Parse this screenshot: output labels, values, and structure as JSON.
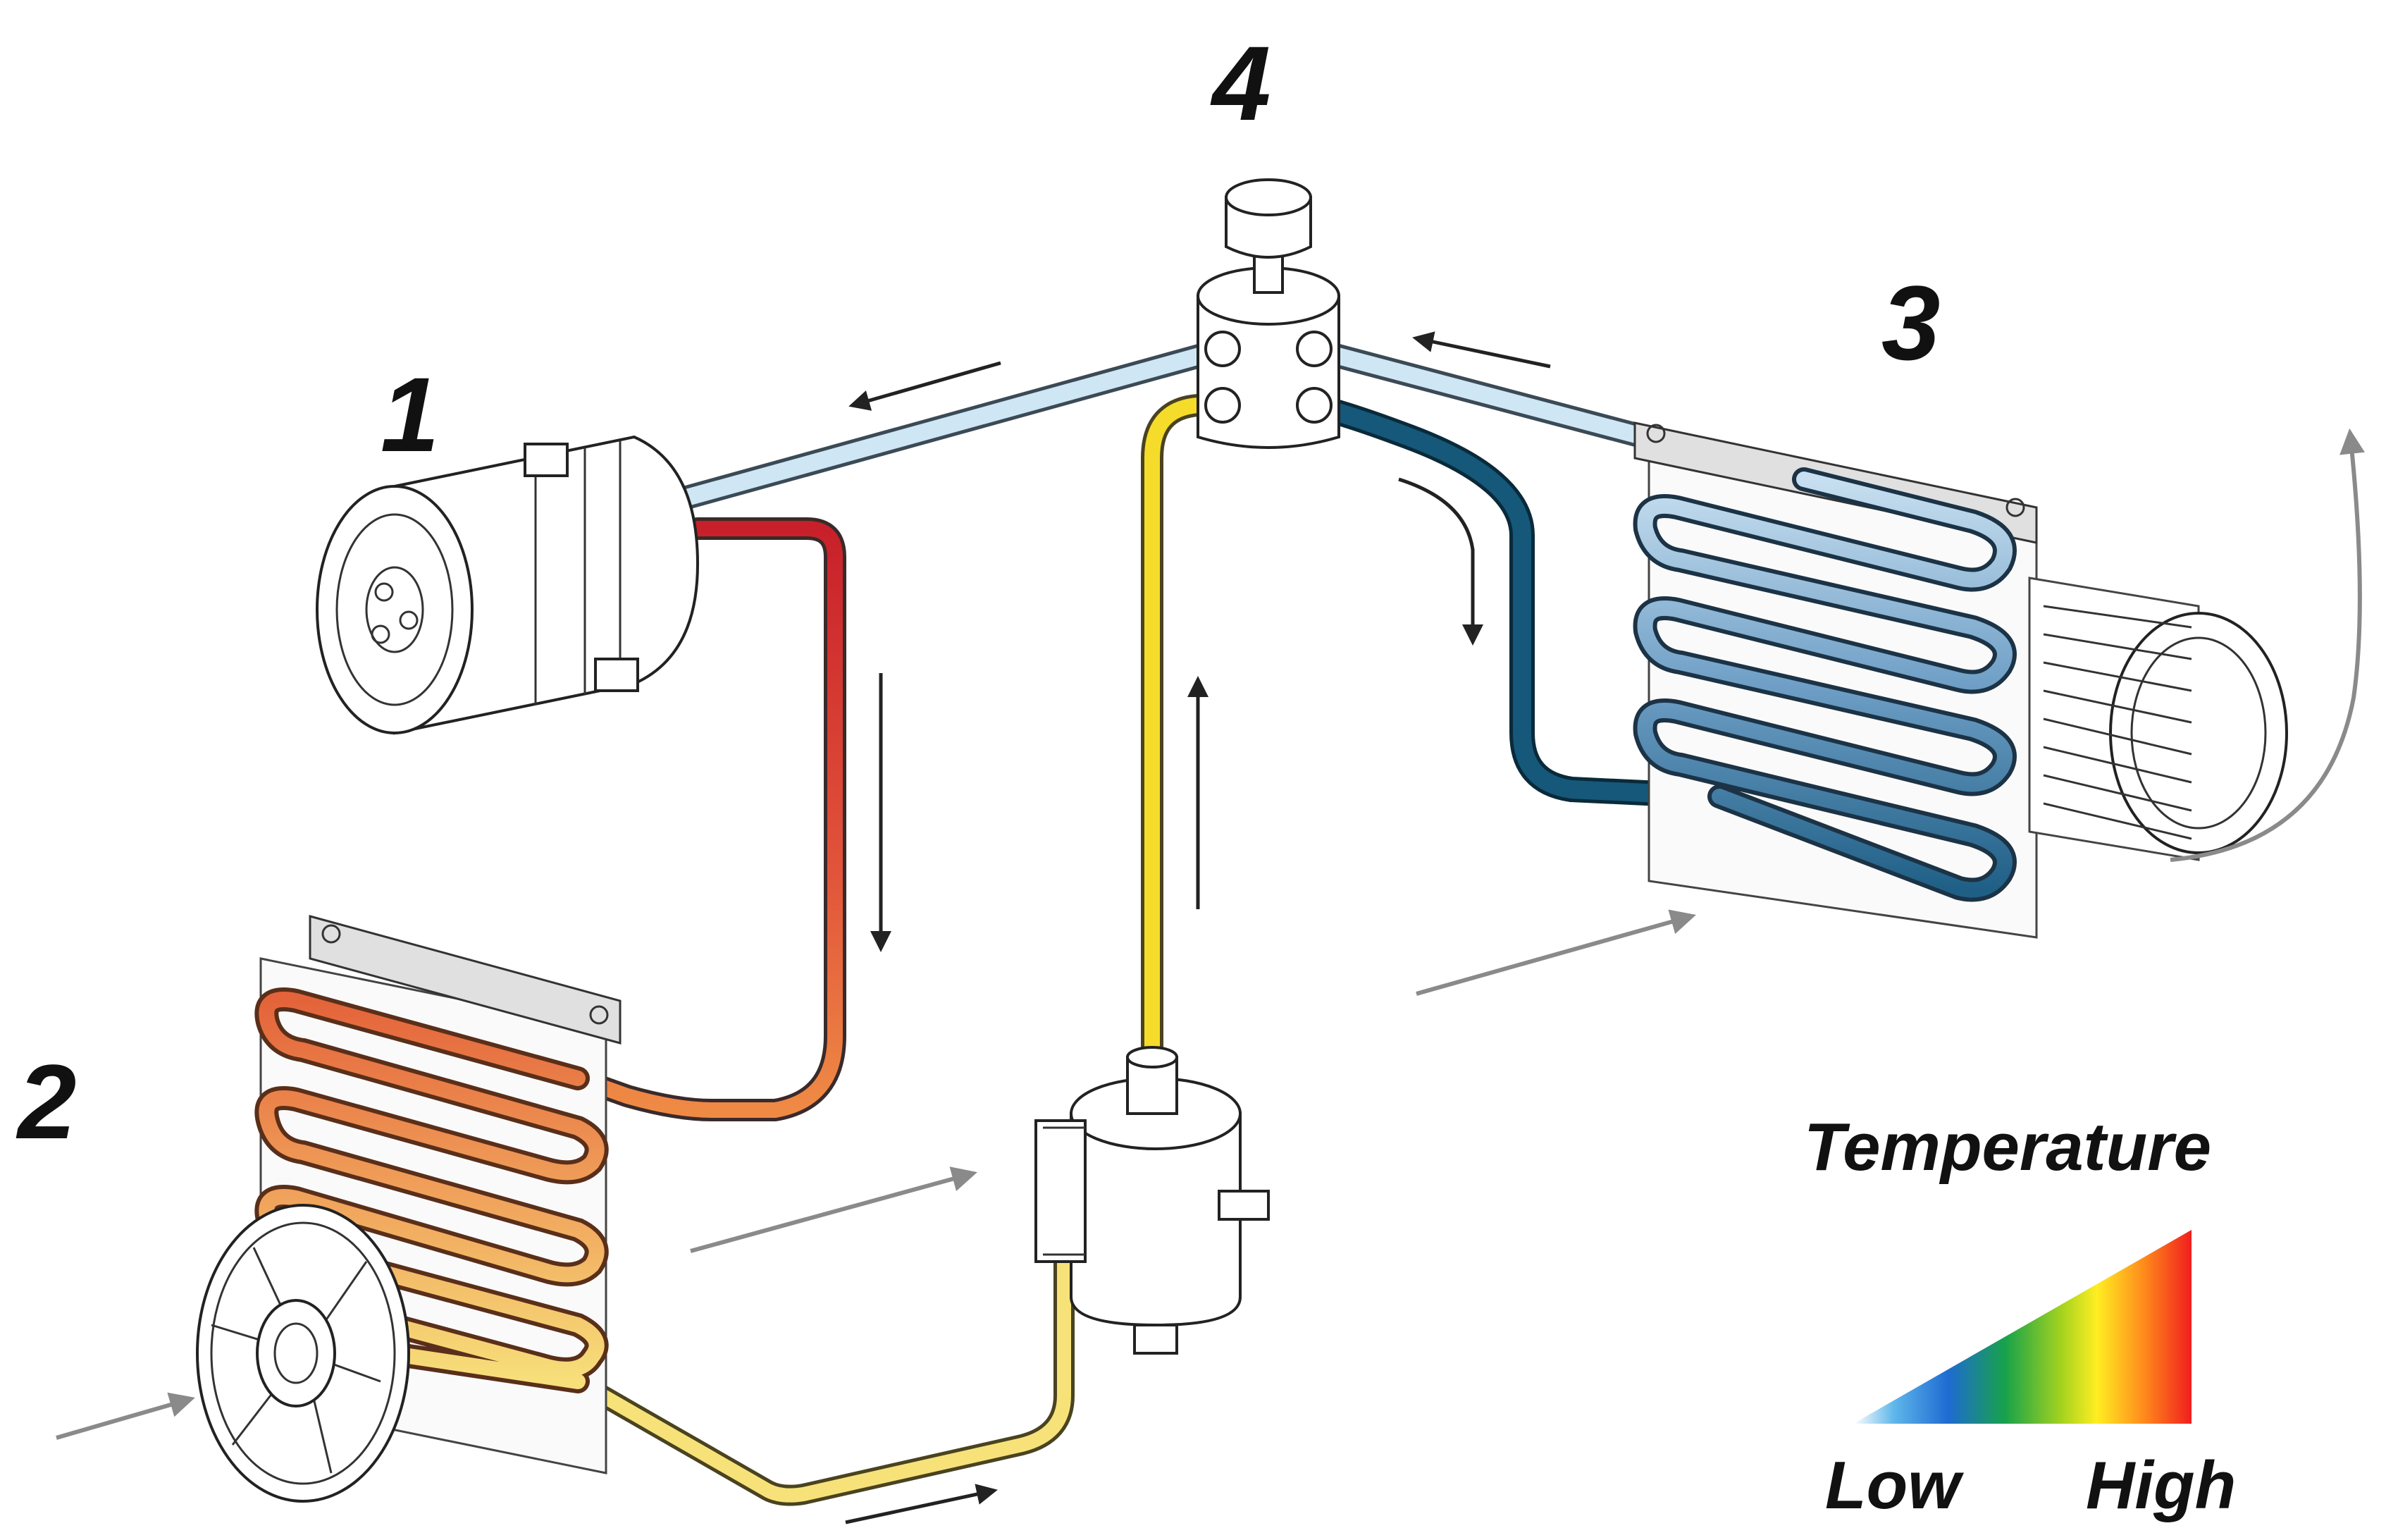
{
  "labels": {
    "compressor": "1",
    "condenser": "2",
    "evaporator": "3",
    "valve": "4"
  },
  "legend": {
    "title": "Temperature",
    "low": "Low",
    "high": "High"
  },
  "colors": {
    "hot_line": "#d42a2a",
    "warm_line": "#ef7d3a",
    "liquid_line": "#f6dc2a",
    "cold_line": "#0d4d6e",
    "suction_line": "#c7e3f3",
    "evaporator_coil": "#8fb9d9",
    "flow_arrow": "#222222",
    "air_arrow": "#8a8a8a"
  }
}
